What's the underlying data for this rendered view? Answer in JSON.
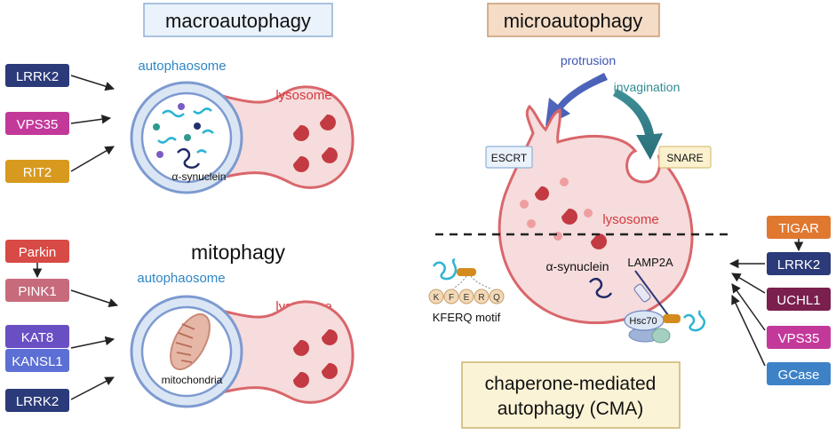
{
  "macro": {
    "title": "macroautophagy",
    "autophagosome_label": "autophaosome",
    "lysosome_label": "lysosome",
    "cargo_label": "α-synuclein",
    "regulators": [
      "LRRK2",
      "VPS35",
      "RIT2"
    ]
  },
  "mito": {
    "title": "mitophagy",
    "autophagosome_label": "autophaosome",
    "lysosome_label": "lysosome",
    "cargo_label": "mitochondria",
    "regulators": [
      "Parkin",
      "PINK1",
      "KAT8",
      "KANSL1",
      "LRRK2"
    ]
  },
  "micro": {
    "title": "microautophagy",
    "protrusion_label": "protrusion",
    "invagination_label": "invagination",
    "escrt_label": "ESCRT",
    "snare_label": "SNARE",
    "lysosome_label": "lysosome"
  },
  "cma": {
    "title_line1": "chaperone-mediated",
    "title_line2": "autophagy (CMA)",
    "cargo_label": "α-synuclein",
    "lamp2a_label": "LAMP2A",
    "hsc70_label": "Hsc70",
    "motif_label": "KFERQ motif",
    "motif_letters": [
      "K",
      "F",
      "E",
      "R",
      "Q"
    ],
    "regulators": [
      "TIGAR",
      "LRRK2",
      "UCHL1",
      "VPS35",
      "GCase"
    ]
  },
  "colors": {
    "lrrk2": "#2b3a78",
    "vps35": "#c2399a",
    "rit2": "#d89a1e",
    "parkin": "#d84a45",
    "pink1": "#c76b7c",
    "kat8": "#6a4fc4",
    "kansl1": "#5c6fd4",
    "tigar": "#e07830",
    "uchl1": "#7a1f4e",
    "gcase": "#3d82c7",
    "lysosome_fill": "#f6dcdc",
    "lysosome_stroke": "#d9666b",
    "phagosome_stroke": "#7d9ad0",
    "accent_blue": "#2f86c6",
    "accent_red": "#d33a3f"
  }
}
